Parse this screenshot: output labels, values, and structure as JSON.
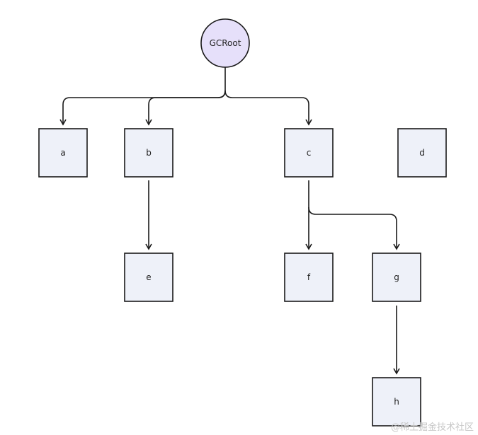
{
  "diagram": {
    "root": {
      "label": "GCRoot",
      "fill": "#e6e0fa",
      "stroke": "#1a1a1a"
    },
    "nodes": {
      "a": {
        "label": "a"
      },
      "b": {
        "label": "b"
      },
      "c": {
        "label": "c"
      },
      "d": {
        "label": "d"
      },
      "e": {
        "label": "e"
      },
      "f": {
        "label": "f"
      },
      "g": {
        "label": "g"
      },
      "h": {
        "label": "h"
      }
    },
    "edges": [
      {
        "from": "GCRoot",
        "to": "a"
      },
      {
        "from": "GCRoot",
        "to": "b"
      },
      {
        "from": "GCRoot",
        "to": "c"
      },
      {
        "from": "b",
        "to": "e"
      },
      {
        "from": "c",
        "to": "f"
      },
      {
        "from": "c",
        "to": "g"
      },
      {
        "from": "g",
        "to": "h"
      }
    ],
    "colors": {
      "node_fill": "#eef1f9",
      "node_stroke": "#1a1a1a",
      "edge": "#1a1a1a"
    }
  },
  "watermark": "@稀土掘金技术社区"
}
